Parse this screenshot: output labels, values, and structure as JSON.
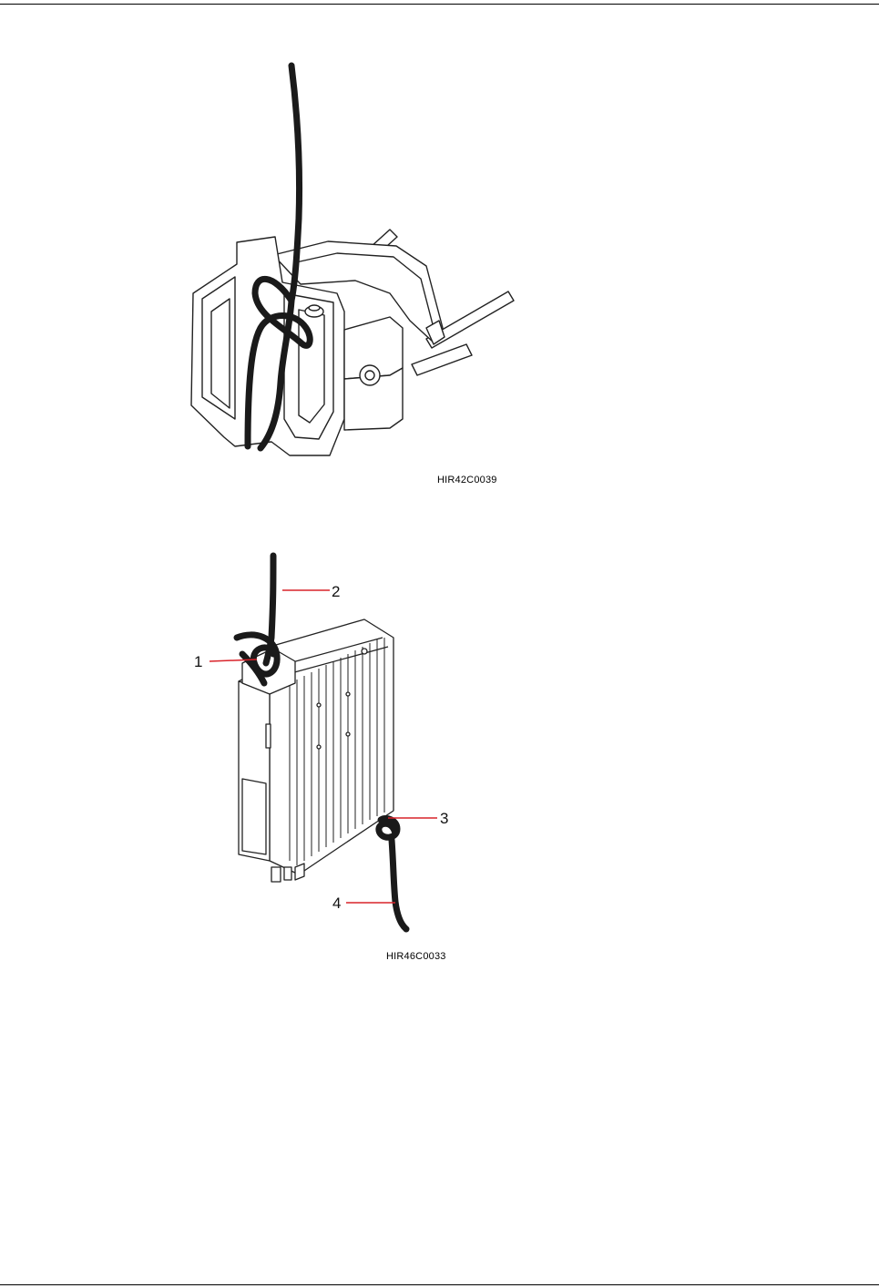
{
  "figures": [
    {
      "code": "HIR42C0039"
    },
    {
      "code": "HIR46C0033",
      "callouts": [
        "1",
        "2",
        "3",
        "4"
      ]
    }
  ],
  "colors": {
    "cable": "#1a1a1a",
    "callout_line": "#d9232a",
    "line_art": "#222222"
  }
}
